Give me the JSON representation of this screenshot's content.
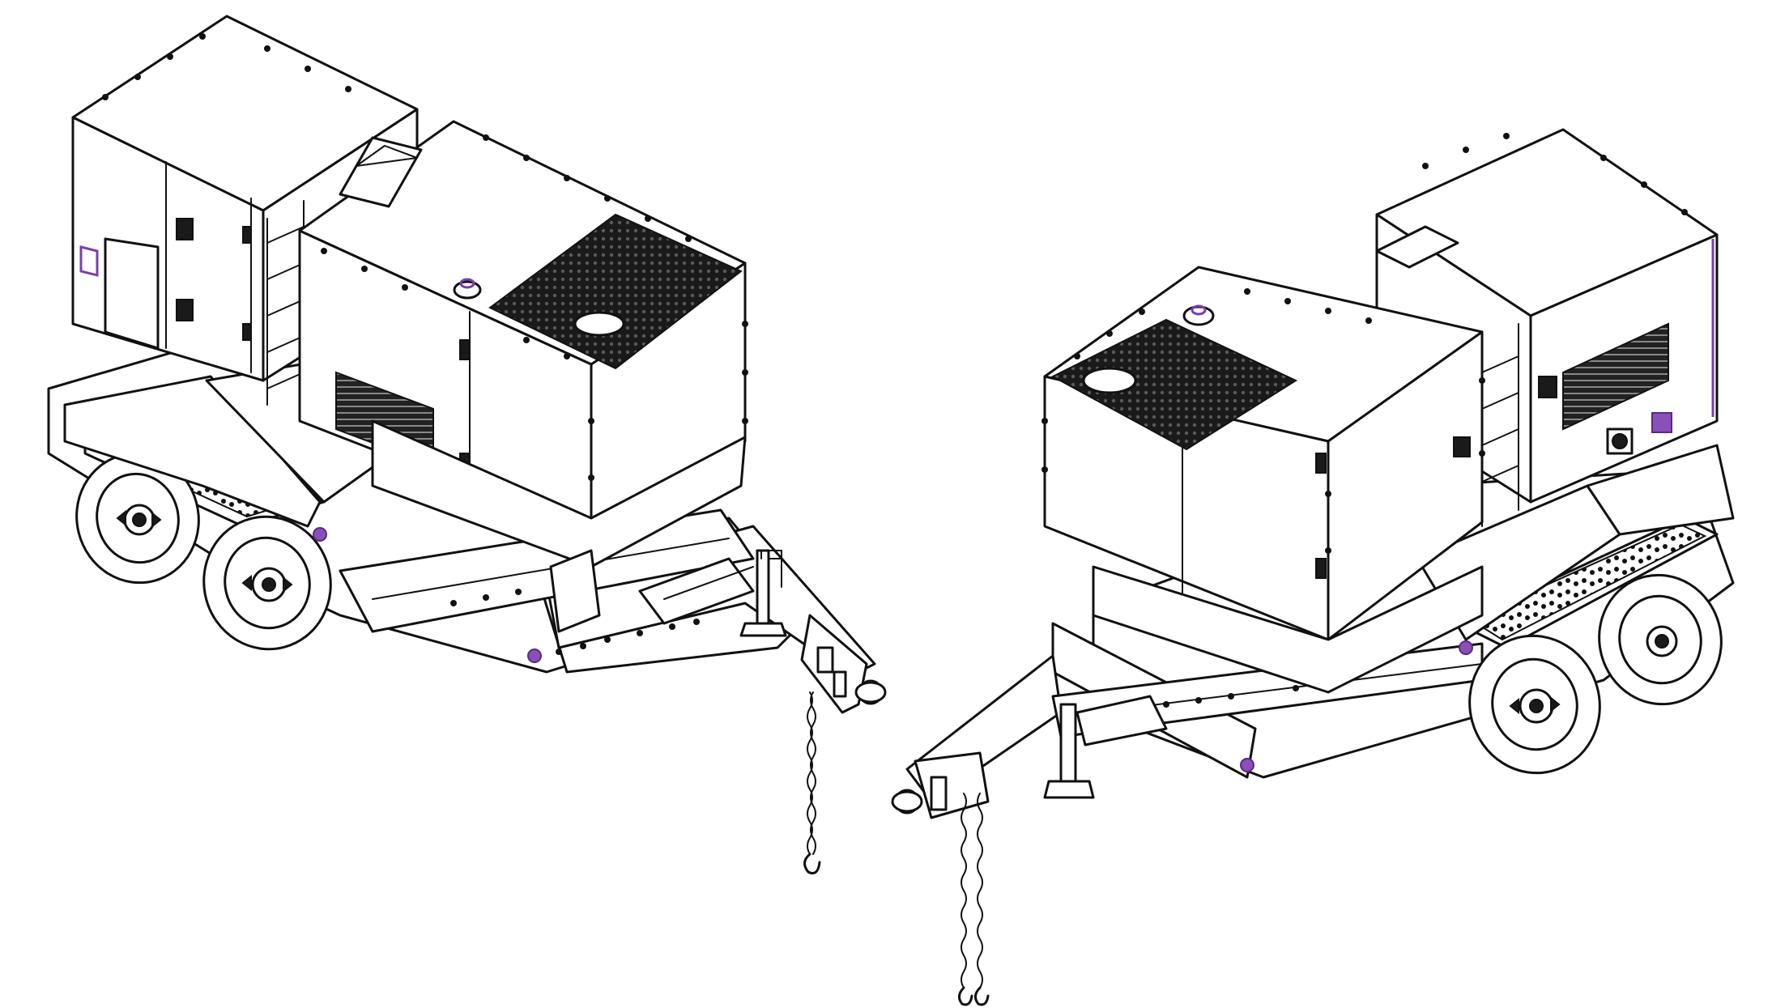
{
  "drawing": {
    "views": [
      {
        "name": "left-isometric-view",
        "orientation": "rear-left"
      },
      {
        "name": "right-isometric-view",
        "orientation": "front-right"
      }
    ],
    "colors": {
      "line": "#111111",
      "background": "#ffffff",
      "accent": "#7a3fa8",
      "grille": "#1a1a1a"
    },
    "icons": [
      "wheel-icon",
      "chain-icon",
      "hook-icon",
      "jack-crank-icon",
      "tow-ring-icon",
      "grille-icon",
      "filler-cap-icon"
    ]
  }
}
